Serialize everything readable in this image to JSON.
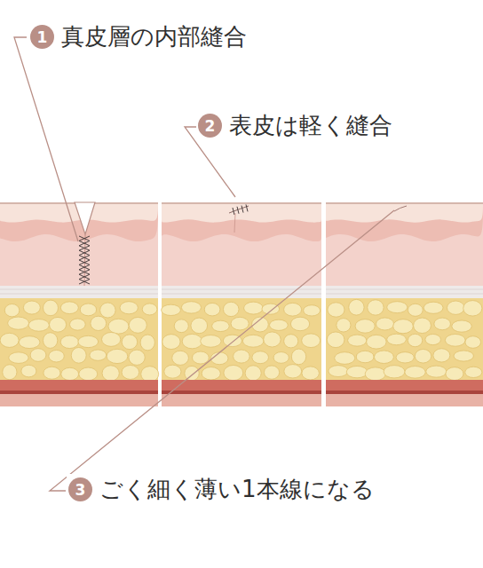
{
  "diagram": {
    "nodes": [
      {
        "text": [
          "1",
          "真皮層の内部縫合"
        ]
      },
      {
        "text": [
          "2",
          "表皮は軽く縫合"
        ]
      },
      {
        "text": [
          "3",
          "ごく細く薄い1本線になる"
        ]
      }
    ]
  }
}
